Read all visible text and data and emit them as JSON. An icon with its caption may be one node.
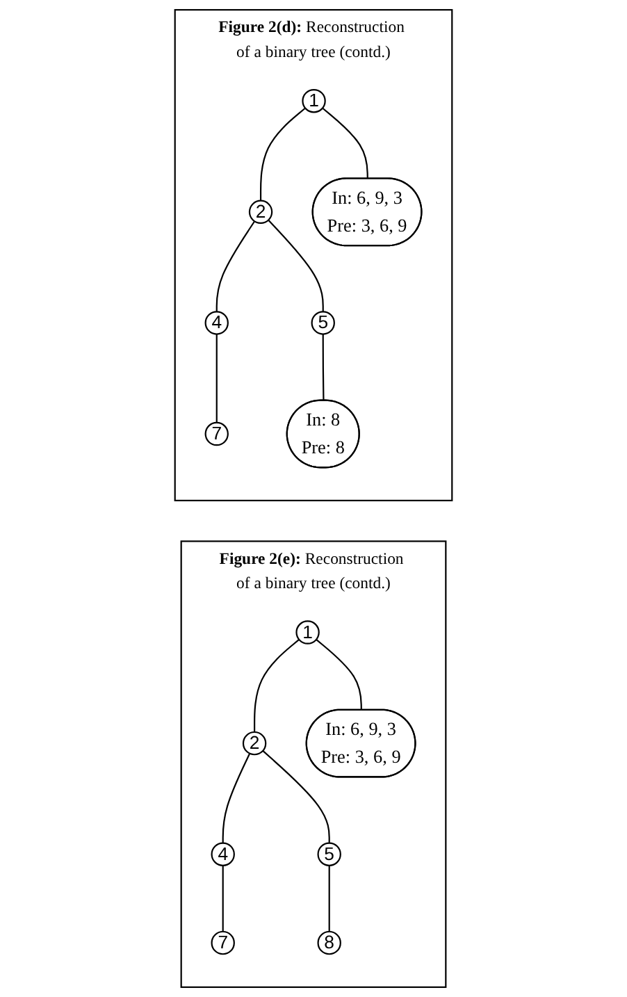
{
  "diagram": {
    "nodes": [
      {
        "text": [
          "**Figure 2(d):** Reconstruction of a binary tree (contd.)"
        ]
      },
      {
        "text": [
          "1"
        ],
        "in": 0
      },
      {
        "text": [
          "2"
        ],
        "in": 0
      },
      {
        "text": [
          "In: 6, 9, 3",
          "Pre: 3, 6, 9"
        ],
        "in": 0
      },
      {
        "text": [
          "4"
        ],
        "in": 0
      },
      {
        "text": [
          "5"
        ],
        "in": 0
      },
      {
        "text": [
          "7"
        ],
        "in": 0
      },
      {
        "text": [
          "In: 8",
          "Pre: 8"
        ],
        "in": 0
      },
      {
        "text": [
          "**Figure 2(e):** Reconstruction of a binary tree (contd.)"
        ]
      },
      {
        "text": [
          "1"
        ],
        "in": 8
      },
      {
        "text": [
          "2"
        ],
        "in": 8
      },
      {
        "text": [
          "In: 6, 9, 3",
          "Pre: 3, 6, 9"
        ],
        "in": 8
      },
      {
        "text": [
          "4"
        ],
        "in": 8
      },
      {
        "text": [
          "5"
        ],
        "in": 8
      },
      {
        "text": [
          "7"
        ],
        "in": 8
      },
      {
        "text": [
          "8"
        ],
        "in": 8
      }
    ],
    "edges": [
      {
        "from": 1,
        "to": 2,
        "arrow": "none"
      },
      {
        "from": 1,
        "to": 3,
        "arrow": "none"
      },
      {
        "from": 2,
        "to": 4,
        "arrow": "none"
      },
      {
        "from": 2,
        "to": 5,
        "arrow": "none"
      },
      {
        "from": 4,
        "to": 6,
        "arrow": "none"
      },
      {
        "from": 5,
        "to": 7,
        "arrow": "none"
      },
      {
        "from": 9,
        "to": 10,
        "arrow": "none"
      },
      {
        "from": 9,
        "to": 11,
        "arrow": "none"
      },
      {
        "from": 10,
        "to": 12,
        "arrow": "none"
      },
      {
        "from": 10,
        "to": 13,
        "arrow": "none"
      },
      {
        "from": 12,
        "to": 14,
        "arrow": "none"
      },
      {
        "from": 13,
        "to": 15,
        "arrow": "none"
      }
    ]
  }
}
